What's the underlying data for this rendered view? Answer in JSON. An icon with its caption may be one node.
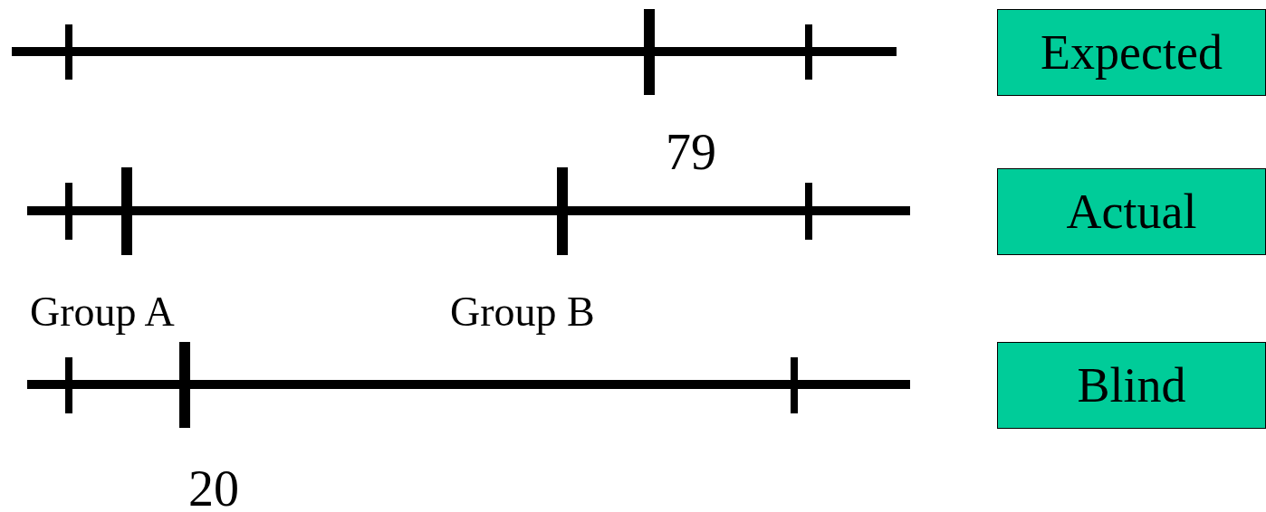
{
  "diagram": {
    "nodes": [
      {
        "text": [
          "Expected"
        ]
      },
      {
        "text": [
          "Actual"
        ]
      },
      {
        "text": [
          "Blind"
        ]
      }
    ],
    "labels": [
      "79",
      "Group A",
      "Group B",
      "20"
    ]
  }
}
